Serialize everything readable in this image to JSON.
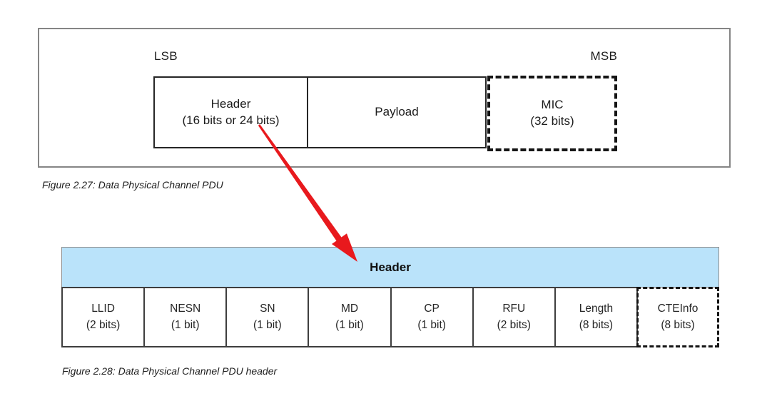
{
  "figure_pdu": {
    "lsb_label": "LSB",
    "msb_label": "MSB",
    "fields": [
      {
        "name": "Header",
        "size": "(16 bits or 24 bits)",
        "border": "solid"
      },
      {
        "name": "Payload",
        "size": "",
        "border": "solid"
      },
      {
        "name": "MIC",
        "size": "(32 bits)",
        "border": "dashed"
      }
    ],
    "caption": "Figure 2.27: Data Physical Channel PDU"
  },
  "figure_header": {
    "title": "Header",
    "fields": [
      {
        "name": "LLID",
        "size": "(2 bits)",
        "border": "solid"
      },
      {
        "name": "NESN",
        "size": "(1 bit)",
        "border": "solid"
      },
      {
        "name": "SN",
        "size": "(1 bit)",
        "border": "solid"
      },
      {
        "name": "MD",
        "size": "(1 bit)",
        "border": "solid"
      },
      {
        "name": "CP",
        "size": "(1 bit)",
        "border": "solid"
      },
      {
        "name": "RFU",
        "size": "(2 bits)",
        "border": "solid"
      },
      {
        "name": "Length",
        "size": "(8 bits)",
        "border": "solid"
      },
      {
        "name": "CTEInfo",
        "size": "(8 bits)",
        "border": "dashed"
      }
    ],
    "caption": "Figure 2.28: Data Physical Channel PDU header"
  },
  "icons": {
    "red_arrow": "red-expansion-arrow"
  },
  "colors": {
    "header_band_fill": "#BAE3FA",
    "arrow_red": "#E8191D",
    "outer_border_gray": "#858585",
    "box_border_black": "#262626",
    "table_border": "#3E3E3E"
  }
}
